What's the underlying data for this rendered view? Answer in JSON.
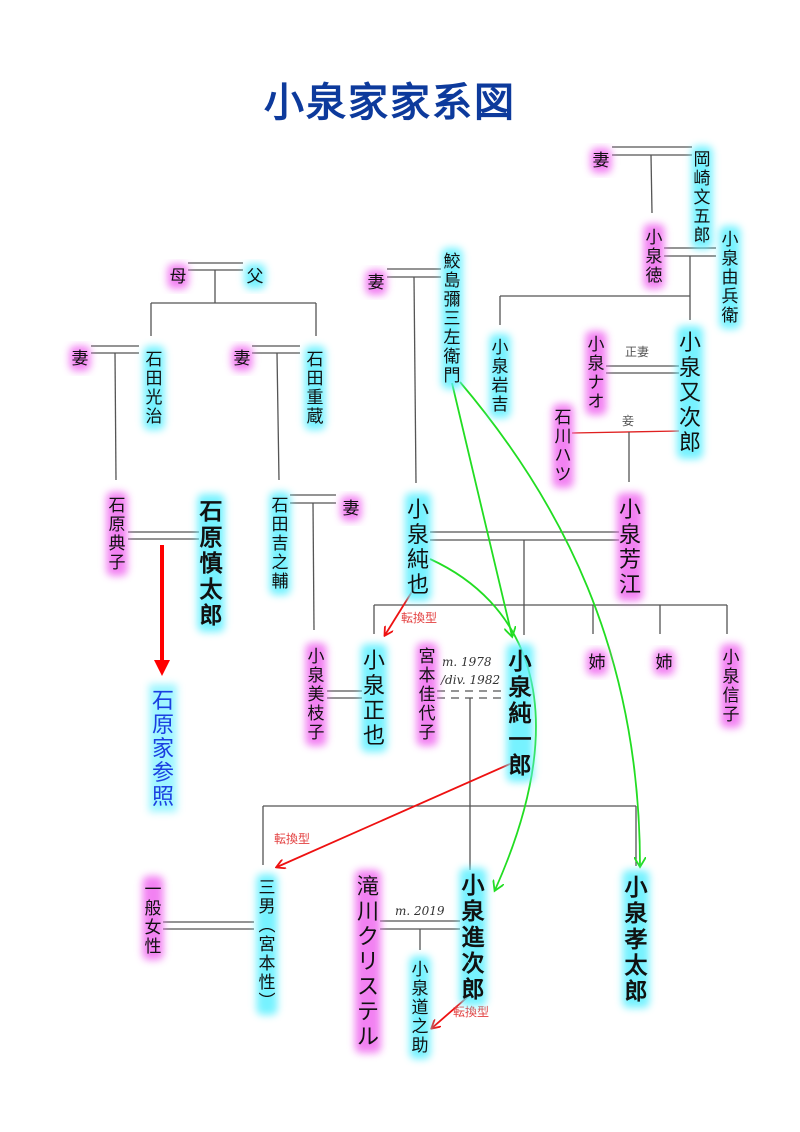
{
  "title": "小泉家家系図",
  "colors": {
    "male_glow": "#5ff0ff",
    "female_glow": "#f06cf0",
    "title": "#0d3a9c",
    "adoption_arrow": "#ee1111",
    "green_arrow": "#22dd22",
    "reference": "#1a3fe0"
  },
  "people": [
    {
      "id": "tsuma-okazaki",
      "name": "妻",
      "sex": "female"
    },
    {
      "id": "okazaki-bungoro",
      "name": "岡崎文五郎",
      "sex": "male"
    },
    {
      "id": "koizumi-toku",
      "name": "小泉徳",
      "sex": "female"
    },
    {
      "id": "koizumi-yoshibee",
      "name": "小泉由兵衛",
      "sex": "male"
    },
    {
      "id": "haha",
      "name": "母",
      "sex": "female"
    },
    {
      "id": "chichi",
      "name": "父",
      "sex": "male"
    },
    {
      "id": "tsuma-samejima",
      "name": "妻",
      "sex": "female"
    },
    {
      "id": "samejima-yasaburo",
      "name": "鮫島彌三左衛門",
      "sex": "male"
    },
    {
      "id": "koizumi-iwakichi",
      "name": "小泉岩吉",
      "sex": "male"
    },
    {
      "id": "koizumi-nao",
      "name": "小泉ナオ",
      "sex": "female"
    },
    {
      "id": "koizumi-matajiro",
      "name": "小泉又次郎",
      "sex": "male"
    },
    {
      "id": "ishikawa-hatsu",
      "name": "石川ハツ",
      "sex": "female"
    },
    {
      "id": "tsuma-mitsuharu",
      "name": "妻",
      "sex": "female"
    },
    {
      "id": "ishida-mitsuharu",
      "name": "石田光治",
      "sex": "male"
    },
    {
      "id": "tsuma-shigezo",
      "name": "妻",
      "sex": "female"
    },
    {
      "id": "ishida-shigezo",
      "name": "石田重蔵",
      "sex": "male"
    },
    {
      "id": "ishihara-noriko",
      "name": "石原典子",
      "sex": "female"
    },
    {
      "id": "ishihara-shintaro",
      "name": "石原慎太郎",
      "sex": "male"
    },
    {
      "id": "ishida-kichinosuke",
      "name": "石田吉之輔",
      "sex": "male"
    },
    {
      "id": "tsuma-kichinosuke",
      "name": "妻",
      "sex": "female"
    },
    {
      "id": "koizumi-junya",
      "name": "小泉純也",
      "sex": "male"
    },
    {
      "id": "koizumi-yoshie",
      "name": "小泉芳江",
      "sex": "female"
    },
    {
      "id": "koizumi-mieko",
      "name": "小泉美枝子",
      "sex": "female"
    },
    {
      "id": "koizumi-masaya",
      "name": "小泉正也",
      "sex": "male"
    },
    {
      "id": "miyamoto-kayoko",
      "name": "宮本佳代子",
      "sex": "female"
    },
    {
      "id": "koizumi-junichiro",
      "name": "小泉純一郎",
      "sex": "male"
    },
    {
      "id": "ane-1",
      "name": "姉",
      "sex": "female"
    },
    {
      "id": "ane-2",
      "name": "姉",
      "sex": "female"
    },
    {
      "id": "koizumi-nobuko",
      "name": "小泉信子",
      "sex": "female"
    },
    {
      "id": "ippan-josei",
      "name": "一般女性",
      "sex": "female"
    },
    {
      "id": "sannan",
      "name": "三男（宮本性）",
      "sex": "male"
    },
    {
      "id": "takigawa-christel",
      "name": "滝川クリステル",
      "sex": "female"
    },
    {
      "id": "koizumi-shinjiro",
      "name": "小泉進次郎",
      "sex": "male"
    },
    {
      "id": "koizumi-kotaro",
      "name": "小泉孝太郎",
      "sex": "male"
    },
    {
      "id": "koizumi-michinosuke",
      "name": "小泉道之助",
      "sex": "male"
    }
  ],
  "reference": {
    "text": "石原家参照"
  },
  "labels": {
    "seisai": "正妻",
    "mekake": "妾",
    "tenkangata": "転換型",
    "junichiro_marriage_1": "m. 1978",
    "junichiro_marriage_2": "/div. 1982",
    "shinjiro_marriage": "m. 2019"
  }
}
